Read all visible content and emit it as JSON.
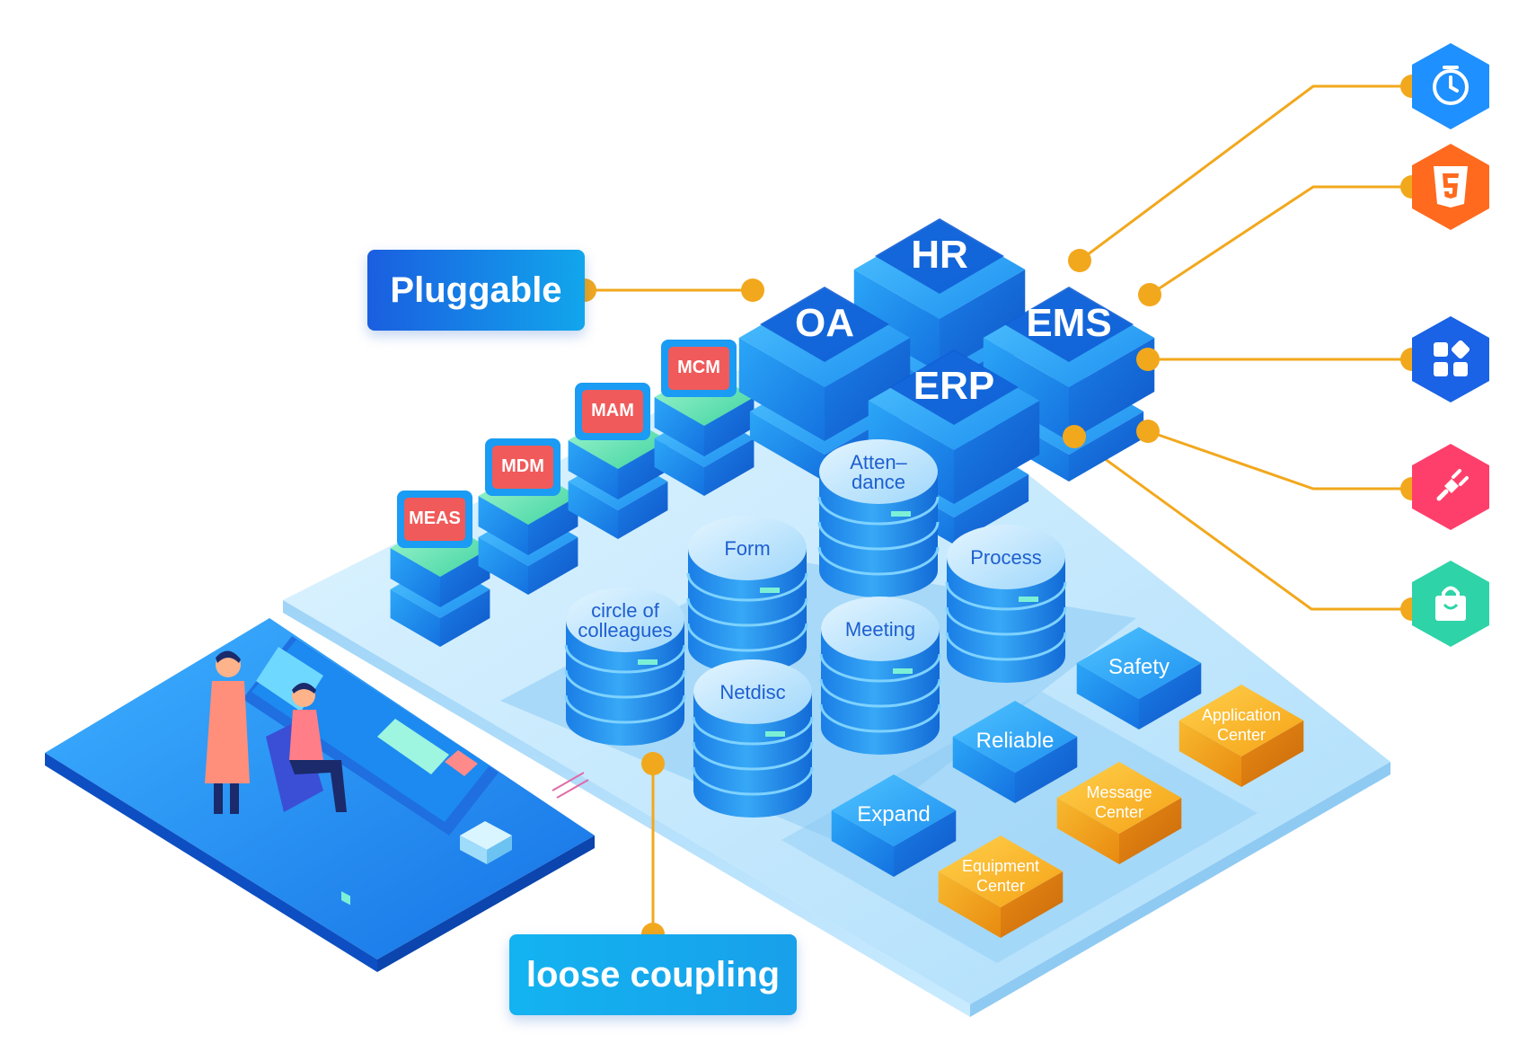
{
  "callouts": {
    "pluggable": "Pluggable",
    "loose_coupling": "loose coupling"
  },
  "modules": {
    "large": [
      "HR",
      "OA",
      "EMS",
      "ERP"
    ],
    "small": [
      "MEAS",
      "MDM",
      "MAM",
      "MCM"
    ]
  },
  "databases": [
    "Atten–\ndance",
    "Form",
    "Process",
    "circle of\ncolleagues",
    "Meeting",
    "Netdisc"
  ],
  "service_blocks": [
    "Safety",
    "Reliable",
    "Expand"
  ],
  "center_blocks": [
    "Application\nCenter",
    "Message\nCenter",
    "Equipment\nCenter"
  ],
  "hex_icons": [
    {
      "icon": "clock-icon",
      "color": "#1e90ff"
    },
    {
      "icon": "html5-icon",
      "color": "#ff6a1e"
    },
    {
      "icon": "apps-icon",
      "color": "#1a62e6"
    },
    {
      "icon": "plug-icon",
      "color": "#ff3f6b"
    },
    {
      "icon": "shopping-bag-icon",
      "color": "#2ed3a8"
    }
  ],
  "colors": {
    "connector": "#f2a81d",
    "platform": "#bfe7ff",
    "block_blue": "#1f8cf0",
    "block_orange": "#f6a21a",
    "module_red": "#f15a5a"
  }
}
